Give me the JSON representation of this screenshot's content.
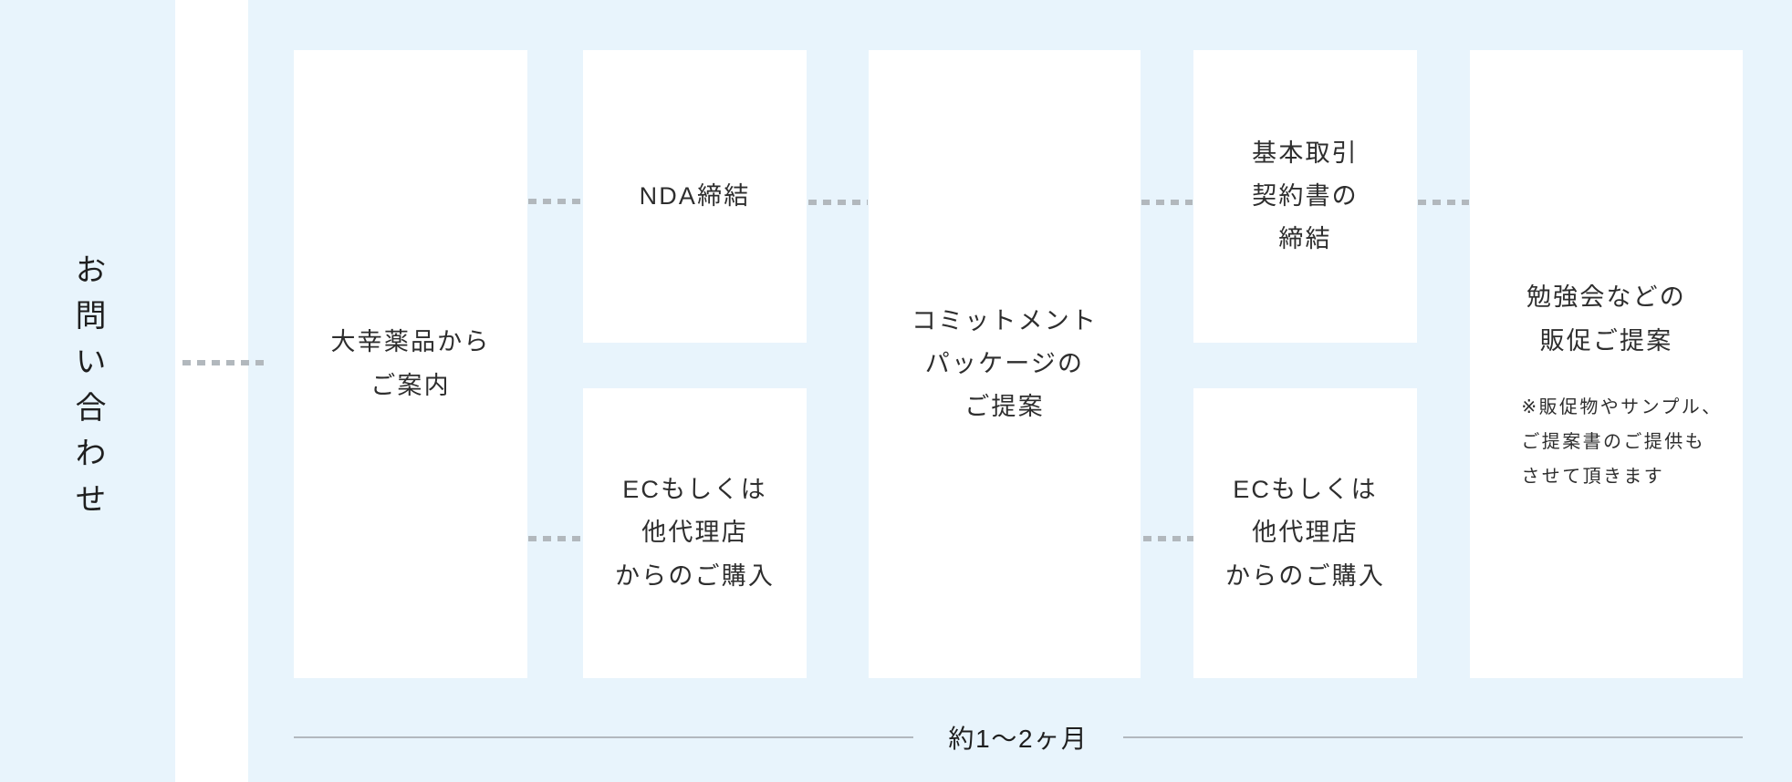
{
  "colors": {
    "background": "#e8f4fc",
    "box_fill": "#ffffff",
    "text": "#2e2e2e",
    "connector_dots": "#b2b8bd",
    "timeline_rule": "#b2b8be"
  },
  "inquiry_label": "お問い合わせ",
  "boxes": {
    "box1": {
      "lines": [
        "大幸薬品から",
        "ご案内"
      ]
    },
    "box2_top": {
      "lines": [
        "NDA締結"
      ]
    },
    "box2_bottom": {
      "lines": [
        "ECもしくは",
        "他代理店",
        "からのご購入"
      ]
    },
    "box3": {
      "lines": [
        "コミットメント",
        "パッケージの",
        "ご提案"
      ]
    },
    "box4_top": {
      "lines": [
        "基本取引",
        "契約書の",
        "締結"
      ]
    },
    "box4_bottom": {
      "lines": [
        "ECもしくは",
        "他代理店",
        "からのご購入"
      ]
    },
    "box5": {
      "lines": [
        "勉強会などの",
        "販促ご提案"
      ],
      "note": [
        "※販促物やサンプル、",
        "ご提案書のご提供も",
        "させて頂きます"
      ]
    }
  },
  "timeline_label": "約1〜2ヶ月"
}
